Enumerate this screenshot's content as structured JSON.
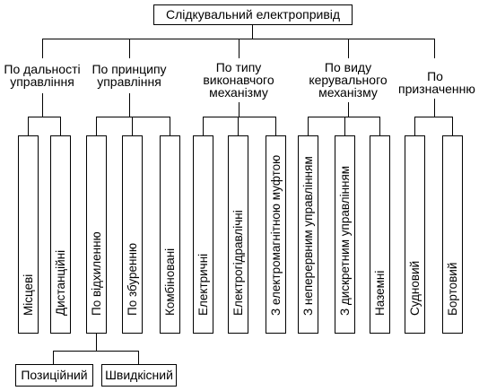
{
  "root": "Слідкувальний електропривід",
  "categories": [
    {
      "lines": [
        "По дальності",
        "управління"
      ],
      "items": [
        "Місцеві",
        "Дистанційні"
      ]
    },
    {
      "lines": [
        "По принципу",
        "управління"
      ],
      "items": [
        "По відхиленню",
        "По збуренню",
        "Комбіновані"
      ]
    },
    {
      "lines": [
        "По типу",
        "виконавчого",
        "механізму"
      ],
      "items": [
        "Електричні",
        "Електрогідравлічні",
        "З електромагнітною муфтою"
      ]
    },
    {
      "lines": [
        "По виду",
        "керувального",
        "механізму"
      ],
      "items": [
        "З неперервним управлінням",
        "З дискретним управлінням",
        "Наземні"
      ]
    },
    {
      "lines": [
        "По",
        "призначенню"
      ],
      "items": [
        "Судновий",
        "Бортовий"
      ]
    }
  ],
  "subitems": [
    "Позиційний",
    "Швидкісний"
  ]
}
